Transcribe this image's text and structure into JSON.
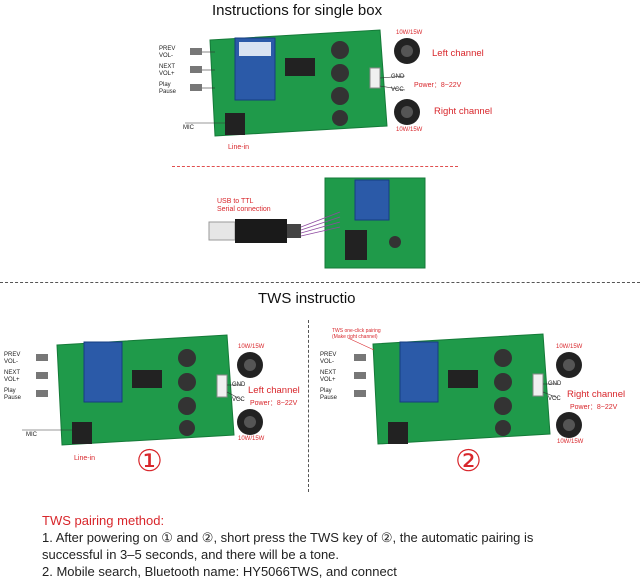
{
  "header": {
    "title": "Instructions for single box"
  },
  "single_box": {
    "buttons": [
      "PREV\nVOL-",
      "NEXT\nVOL+",
      "Play\nPause"
    ],
    "mic": "MIC",
    "line_in": "Line-in",
    "speaker_top": "10W/15W",
    "speaker_bottom": "10W/15W",
    "left_channel": "Left channel",
    "right_channel": "Right channel",
    "gnd": "GND",
    "vcc": "VCC",
    "power": "Power：8~22V"
  },
  "serial": {
    "label": "USB to TTL\nSerial connection"
  },
  "tws": {
    "title": "TWS instructio",
    "board1": {
      "buttons": [
        "PREV\nVOL-",
        "NEXT\nVOL+",
        "Play\nPause"
      ],
      "mic": "MIC",
      "line_in": "Line-in",
      "speaker_top": "10W/15W",
      "speaker_bottom": "10W/15W",
      "channel": "Left channel",
      "gnd": "GND",
      "vcc": "VCC",
      "power": "Power：8~22V",
      "number": "①"
    },
    "board2": {
      "note": "TWS one-click pairing\n(Make right channel)",
      "buttons": [
        "PREV\nVOL-",
        "NEXT\nVOL+",
        "Play\nPause"
      ],
      "speaker_top": "10W/15W",
      "speaker_bottom": "10W/15W",
      "channel": "Right channel",
      "gnd": "GND",
      "vcc": "VCC",
      "power": "Power：8~22V",
      "number": "②"
    }
  },
  "method": {
    "heading": "TWS pairing method:",
    "line1": "1. After powering on ① and ②, short press the TWS key of ②, the automatic pairing is",
    "line2": "successful in 3–5 seconds, and there will be a tone.",
    "line3": "2. Mobile search, Bluetooth name: HY5066TWS, and connect"
  },
  "colors": {
    "accent_red": "#d8262b",
    "pcb_green": "#1f9a4a"
  }
}
